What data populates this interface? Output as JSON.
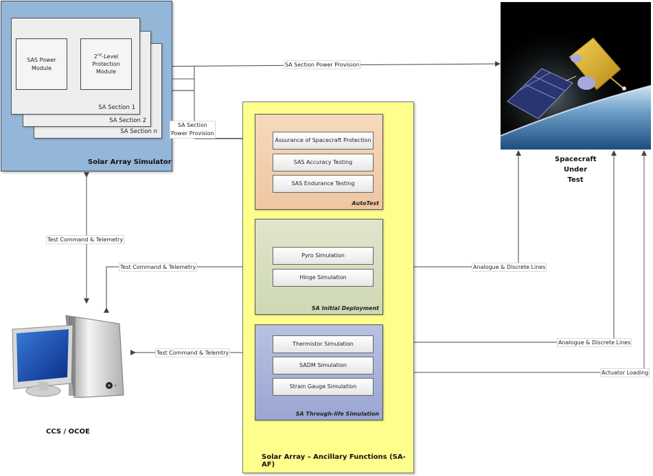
{
  "sas": {
    "title": "Solar Array Simulator",
    "sections": [
      "SA Section 1",
      "SA Section 2",
      "SA Section n"
    ],
    "modules": {
      "power": "SAS Power Module",
      "protection_prefix": "2",
      "protection_sup": "nd",
      "protection_rest": "-Level Protection Module"
    }
  },
  "spacecraft": {
    "title_line1": "Spacecraft",
    "title_line2": "Under Test"
  },
  "ccs": {
    "title": "CCS / OCOE"
  },
  "saaf": {
    "title": "Solar Array – Ancillary Functions (SA-AF)",
    "groups": [
      {
        "label": "AutoTest",
        "color": "#f3cdab",
        "items": [
          "Assurance of Spacecraft Protection",
          "SAS Accuracy Testing",
          "SAS Endurance Testing"
        ]
      },
      {
        "label": "SA Initial Deployment",
        "color": "#d6dcbf",
        "items": [
          "Pyro Simulation",
          "Hinge Simulation"
        ]
      },
      {
        "label": "SA Through-life Simulation",
        "color": "#a9b3da",
        "items": [
          "Thermistor Simulation",
          "SADM Simulation",
          "Strain Gauge Simulation"
        ]
      }
    ]
  },
  "connectors": {
    "sa_power_top": "SA Section Power Provision",
    "sa_power_side_line1": "SA Section",
    "sa_power_side_line2": "Power Provision",
    "tc_sas": "Test Command & Telemetry",
    "tc_deploy": "Test Command & Telemetry",
    "tc_life": "Test Command & Telemtry",
    "analogue_1": "Analogue & Discrete Lines",
    "analogue_2": "Analogue & Discrete Lines",
    "actuator": "Actuator Loading"
  }
}
